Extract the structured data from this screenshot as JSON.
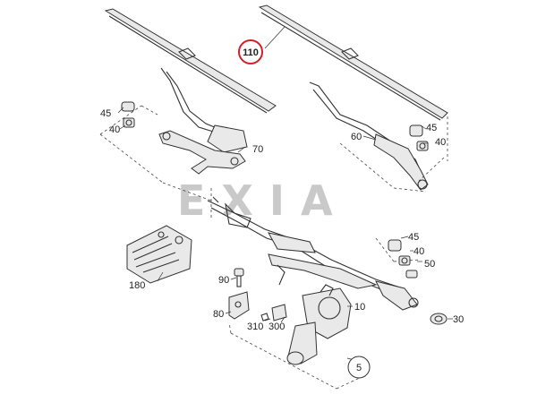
{
  "diagram": {
    "part_labels": {
      "p110": "110",
      "p45a": "45",
      "p40a": "40",
      "p70": "70",
      "p60": "60",
      "p45b": "45",
      "p40b": "40",
      "p45c": "45",
      "p40c": "40",
      "p50": "50",
      "p30": "30",
      "p180": "180",
      "p90": "90",
      "p80": "80",
      "p310": "310",
      "p300": "300",
      "p10": "10",
      "p5": "5"
    },
    "watermark": "EXIA",
    "highlight_color": "#d0202a"
  }
}
